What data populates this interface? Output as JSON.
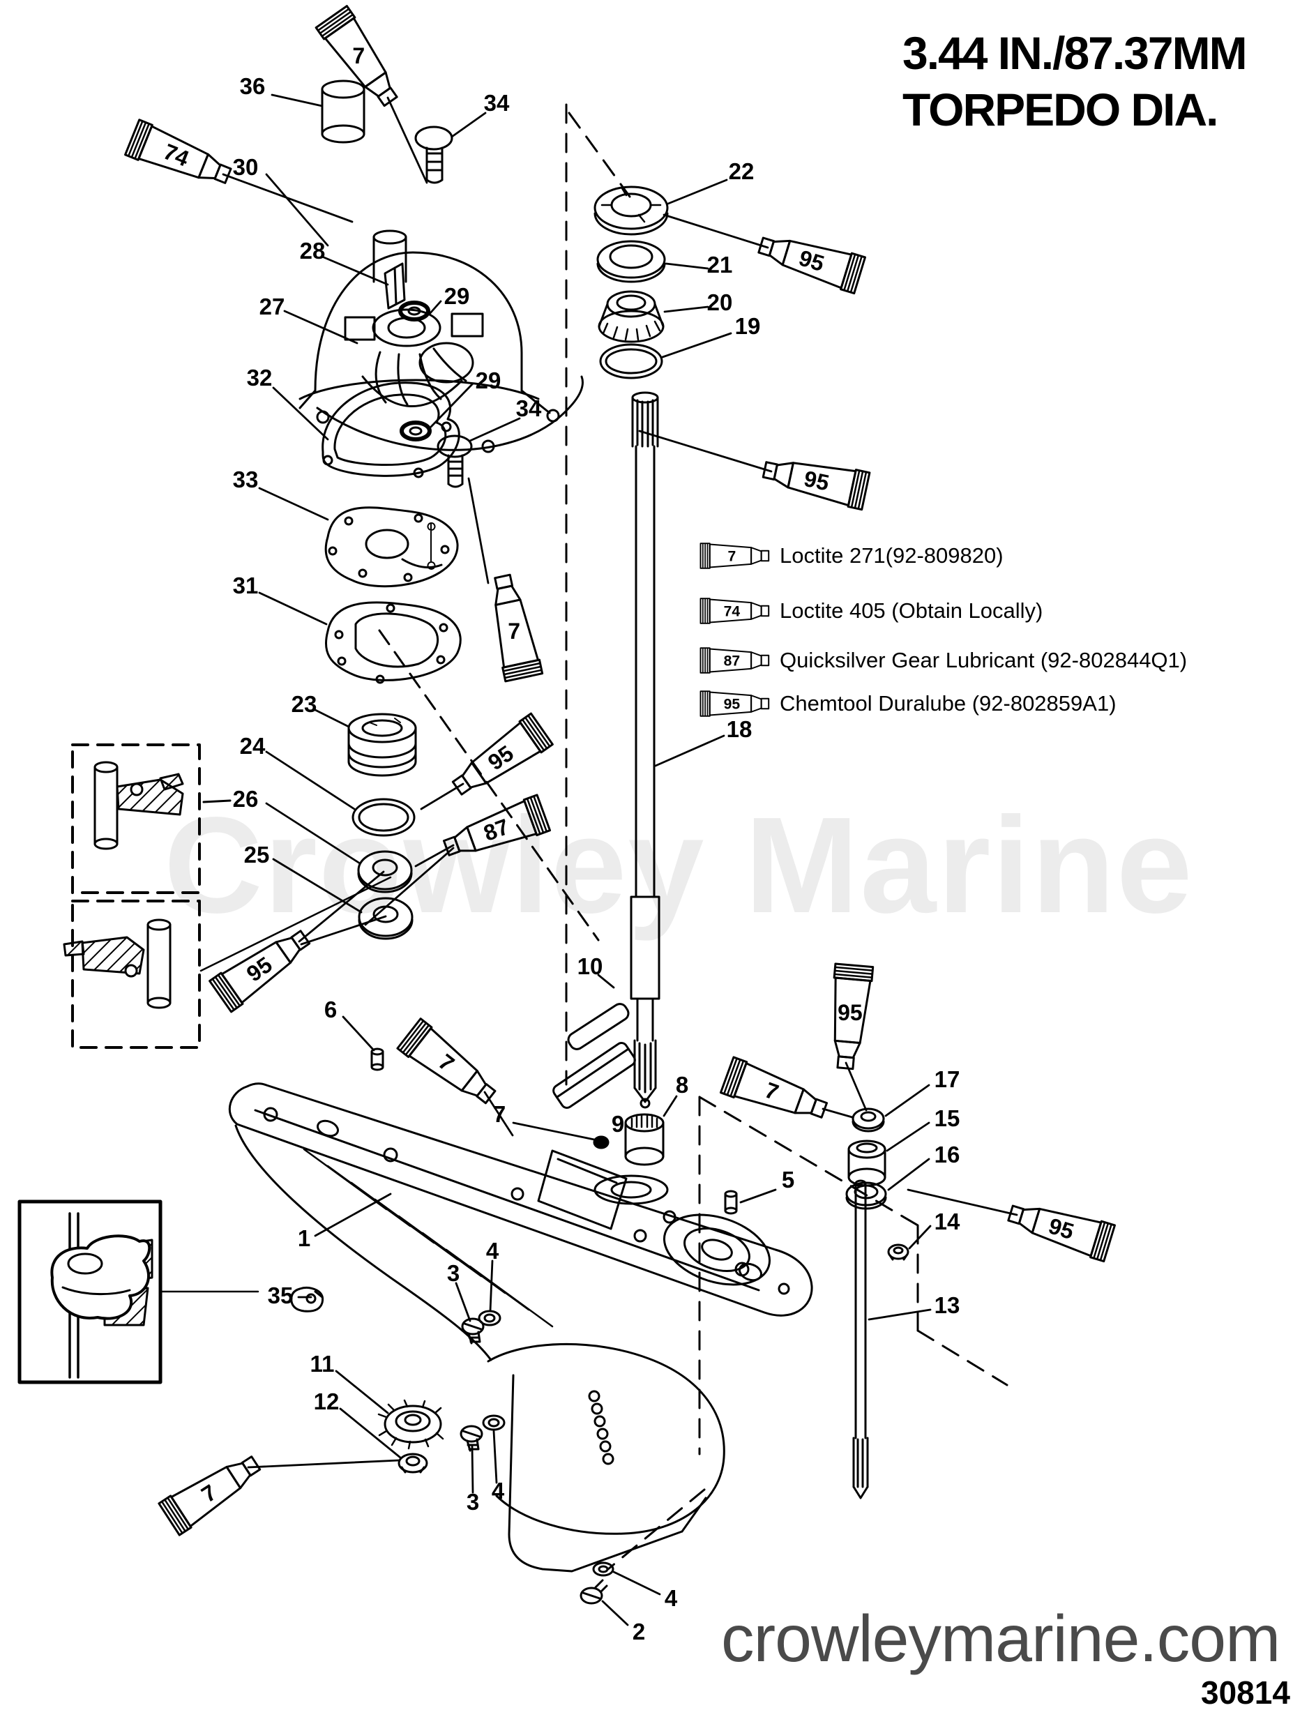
{
  "page": {
    "title_line1": "3.44 IN./87.37MM",
    "title_line2": "TORPEDO DIA.",
    "watermark": "Crowley Marine",
    "footer_site": "crowleymarine.com",
    "footer_number": "30814"
  },
  "colors": {
    "line": "#000000",
    "footer_text": "#4a4a4a",
    "watermark": "#ececec"
  },
  "legend": {
    "items": [
      {
        "tube": "7",
        "name": "Loctite 271(92-809820)"
      },
      {
        "tube": "74",
        "name": "Loctite 405 (Obtain Locally)"
      },
      {
        "tube": "87",
        "name": "Quicksilver Gear Lubricant (92-802844Q1)"
      },
      {
        "tube": "95",
        "name": "Chemtool Duralube (92-802859A1)"
      }
    ]
  },
  "callouts": {
    "labels": [
      "36",
      "34",
      "30",
      "22",
      "28",
      "21",
      "29",
      "20",
      "27",
      "19",
      "32",
      "29",
      "34",
      "33",
      "31",
      "18",
      "23",
      "24",
      "26",
      "25",
      "6",
      "10",
      "7",
      "9",
      "8",
      "17",
      "15",
      "16",
      "5",
      "14",
      "13",
      "1",
      "35",
      "4",
      "3",
      "11",
      "12",
      "3",
      "4",
      "2",
      "4"
    ]
  },
  "tubes": {
    "labels": [
      "7",
      "74",
      "95",
      "95",
      "95",
      "87",
      "95",
      "7",
      "7",
      "7",
      "95",
      "95",
      "7"
    ]
  }
}
